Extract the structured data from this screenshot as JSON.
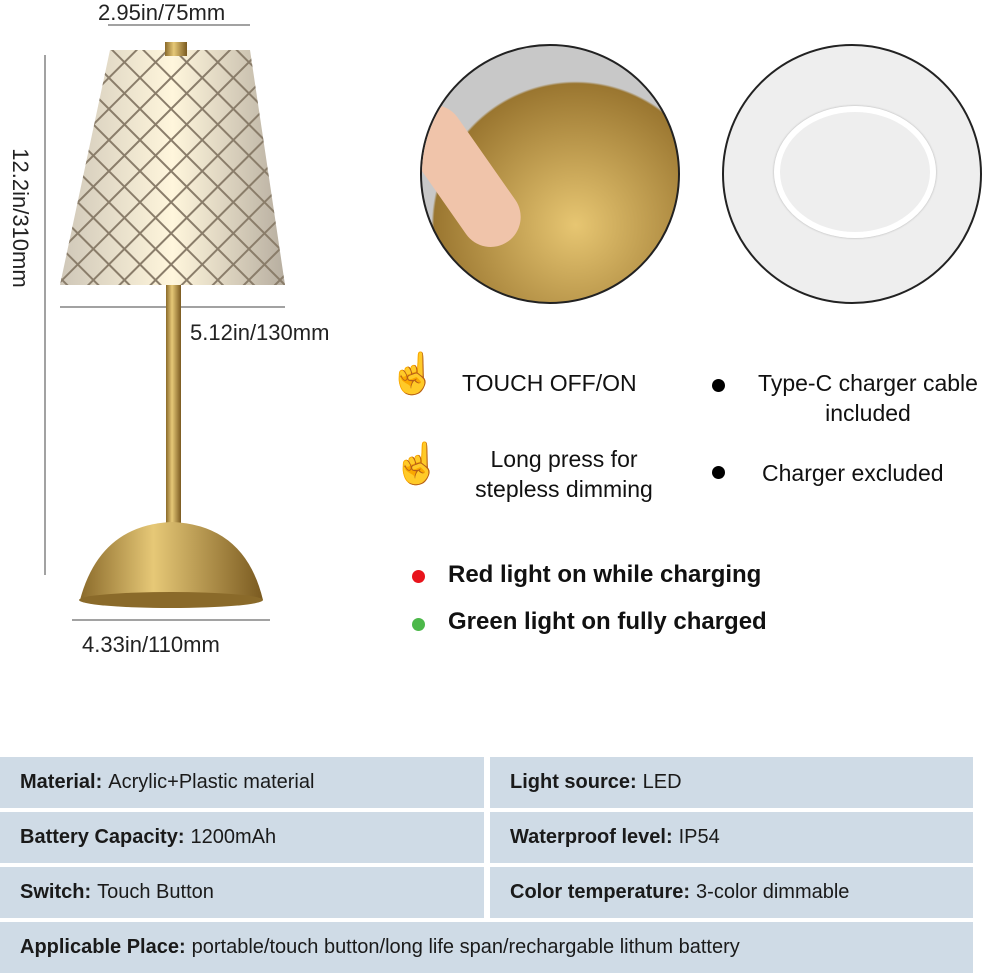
{
  "dimensions": {
    "top_width": "2.95in/75mm",
    "height": "12.2in/310mm",
    "shade_width": "5.12in/130mm",
    "base_width": "4.33in/110mm"
  },
  "features": {
    "touch": "TOUCH OFF/ON",
    "long_press_1": "Long press for",
    "long_press_2": "stepless dimming",
    "cable_1": "Type-C charger cable",
    "cable_2": "included",
    "charger": "Charger excluded"
  },
  "indicators": {
    "red": {
      "label": "Red light on while charging",
      "color": "#e8141c"
    },
    "green": {
      "label": "Green light on fully charged",
      "color": "#4cb84a"
    }
  },
  "specs": [
    {
      "key": "Material:",
      "value": "Acrylic+Plastic material"
    },
    {
      "key": "Light source:",
      "value": "LED"
    },
    {
      "key": "Battery Capacity:",
      "value": "1200mAh"
    },
    {
      "key": "Waterproof level:",
      "value": "IP54"
    },
    {
      "key": "Switch:",
      "value": "Touch Button"
    },
    {
      "key": "Color temperature:",
      "value": "3-color dimmable"
    },
    {
      "key": "Applicable Place:",
      "value": "portable/touch button/long life span/rechargable lithum battery"
    }
  ]
}
